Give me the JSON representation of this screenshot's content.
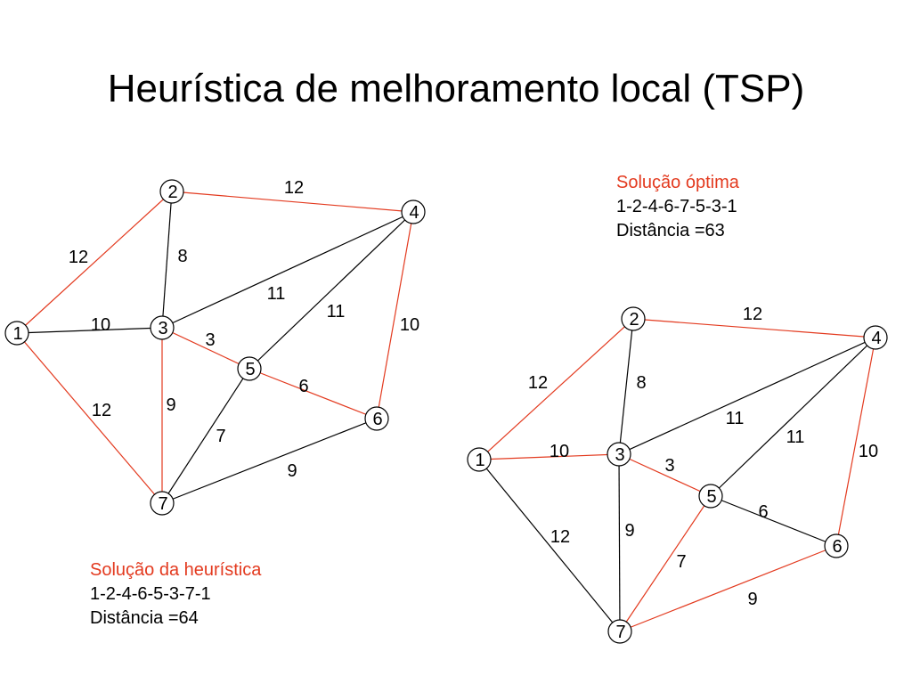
{
  "slide": {
    "title": "Heurística de melhoramento local (TSP)"
  },
  "colors": {
    "tour": "#e33a1f",
    "other": "#000000",
    "heading": "#e33a1f"
  },
  "heuristic": {
    "heading": "Solução da heurística",
    "tour": "1-2-4-6-5-3-7-1",
    "distance": "Distância =64"
  },
  "optimal": {
    "heading": "Solução óptima",
    "tour": "1-2-4-6-7-5-3-1",
    "distance": "Distância =63"
  },
  "graphs": [
    {
      "name": "heuristic",
      "nodes": [
        "1",
        "2",
        "3",
        "4",
        "5",
        "6",
        "7"
      ],
      "edges": [
        {
          "from": "1",
          "to": "2",
          "weight": "12",
          "tour": true
        },
        {
          "from": "2",
          "to": "4",
          "weight": "12",
          "tour": true
        },
        {
          "from": "2",
          "to": "3",
          "weight": "8",
          "tour": false
        },
        {
          "from": "1",
          "to": "3",
          "weight": "10",
          "tour": false
        },
        {
          "from": "3",
          "to": "4",
          "weight": "11",
          "tour": false
        },
        {
          "from": "4",
          "to": "5",
          "weight": "11",
          "tour": false
        },
        {
          "from": "4",
          "to": "6",
          "weight": "10",
          "tour": true
        },
        {
          "from": "3",
          "to": "5",
          "weight": "3",
          "tour": true
        },
        {
          "from": "5",
          "to": "6",
          "weight": "6",
          "tour": true
        },
        {
          "from": "3",
          "to": "7",
          "weight": "9",
          "tour": true
        },
        {
          "from": "5",
          "to": "7",
          "weight": "7",
          "tour": false
        },
        {
          "from": "1",
          "to": "7",
          "weight": "12",
          "tour": true
        },
        {
          "from": "6",
          "to": "7",
          "weight": "9",
          "tour": false
        }
      ]
    },
    {
      "name": "optimal",
      "nodes": [
        "1",
        "2",
        "3",
        "4",
        "5",
        "6",
        "7"
      ],
      "edges": [
        {
          "from": "1",
          "to": "2",
          "weight": "12",
          "tour": true
        },
        {
          "from": "2",
          "to": "4",
          "weight": "12",
          "tour": true
        },
        {
          "from": "2",
          "to": "3",
          "weight": "8",
          "tour": false
        },
        {
          "from": "1",
          "to": "3",
          "weight": "10",
          "tour": true
        },
        {
          "from": "3",
          "to": "4",
          "weight": "11",
          "tour": false
        },
        {
          "from": "4",
          "to": "5",
          "weight": "11",
          "tour": false
        },
        {
          "from": "4",
          "to": "6",
          "weight": "10",
          "tour": true
        },
        {
          "from": "3",
          "to": "5",
          "weight": "3",
          "tour": true
        },
        {
          "from": "5",
          "to": "6",
          "weight": "6",
          "tour": false
        },
        {
          "from": "3",
          "to": "7",
          "weight": "9",
          "tour": false
        },
        {
          "from": "5",
          "to": "7",
          "weight": "7",
          "tour": true
        },
        {
          "from": "1",
          "to": "7",
          "weight": "12",
          "tour": false
        },
        {
          "from": "6",
          "to": "7",
          "weight": "9",
          "tour": true
        }
      ]
    }
  ]
}
